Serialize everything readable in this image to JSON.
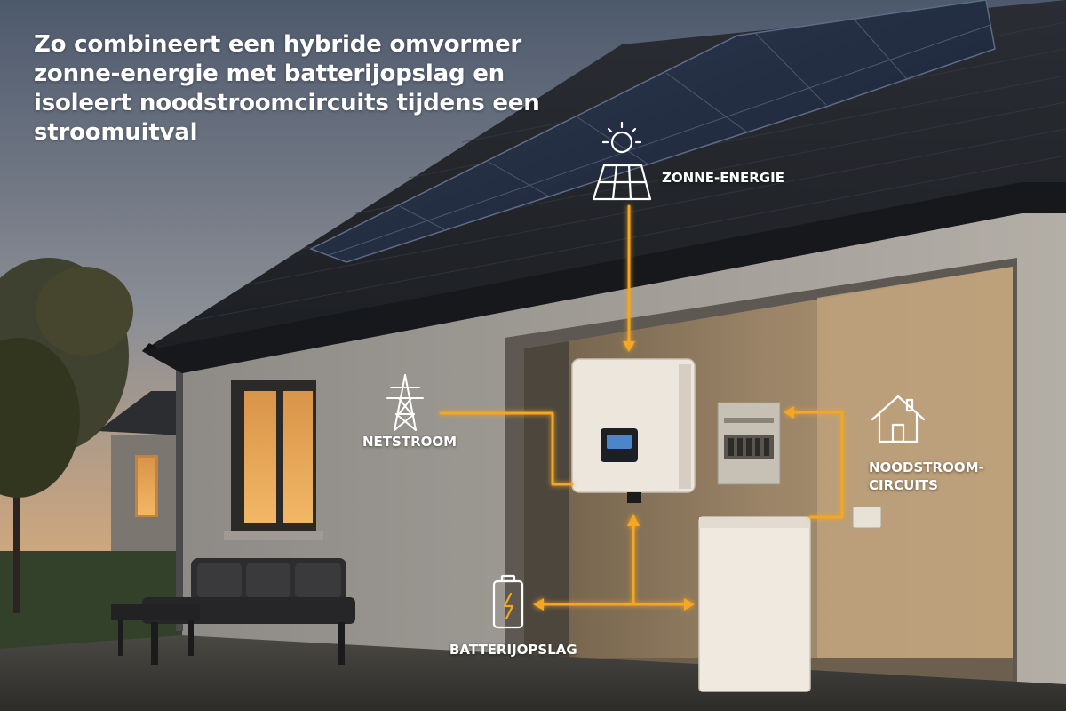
{
  "headline": "Zo combineert een hybride omvormer zonne-energie met batterijopslag en isoleert noodstroomcircuits tijdens een stroomuitval",
  "labels": {
    "solar": "ZONNE-ENERGIE",
    "grid": "NETSTROOM",
    "backup": "NOODSTROOM-CIRCUITS",
    "battery": "BATTERIJOPSLAG"
  },
  "icons": {
    "solar": "solar-panel-sun-icon",
    "grid": "power-pylon-icon",
    "backup": "house-icon",
    "battery": "battery-charging-icon"
  },
  "colors": {
    "flow_line": "#f5a623",
    "label_text": "#ffffff",
    "sky_top": "#5b6779",
    "sky_horizon": "#e0b07a"
  },
  "inverter_display": "--"
}
